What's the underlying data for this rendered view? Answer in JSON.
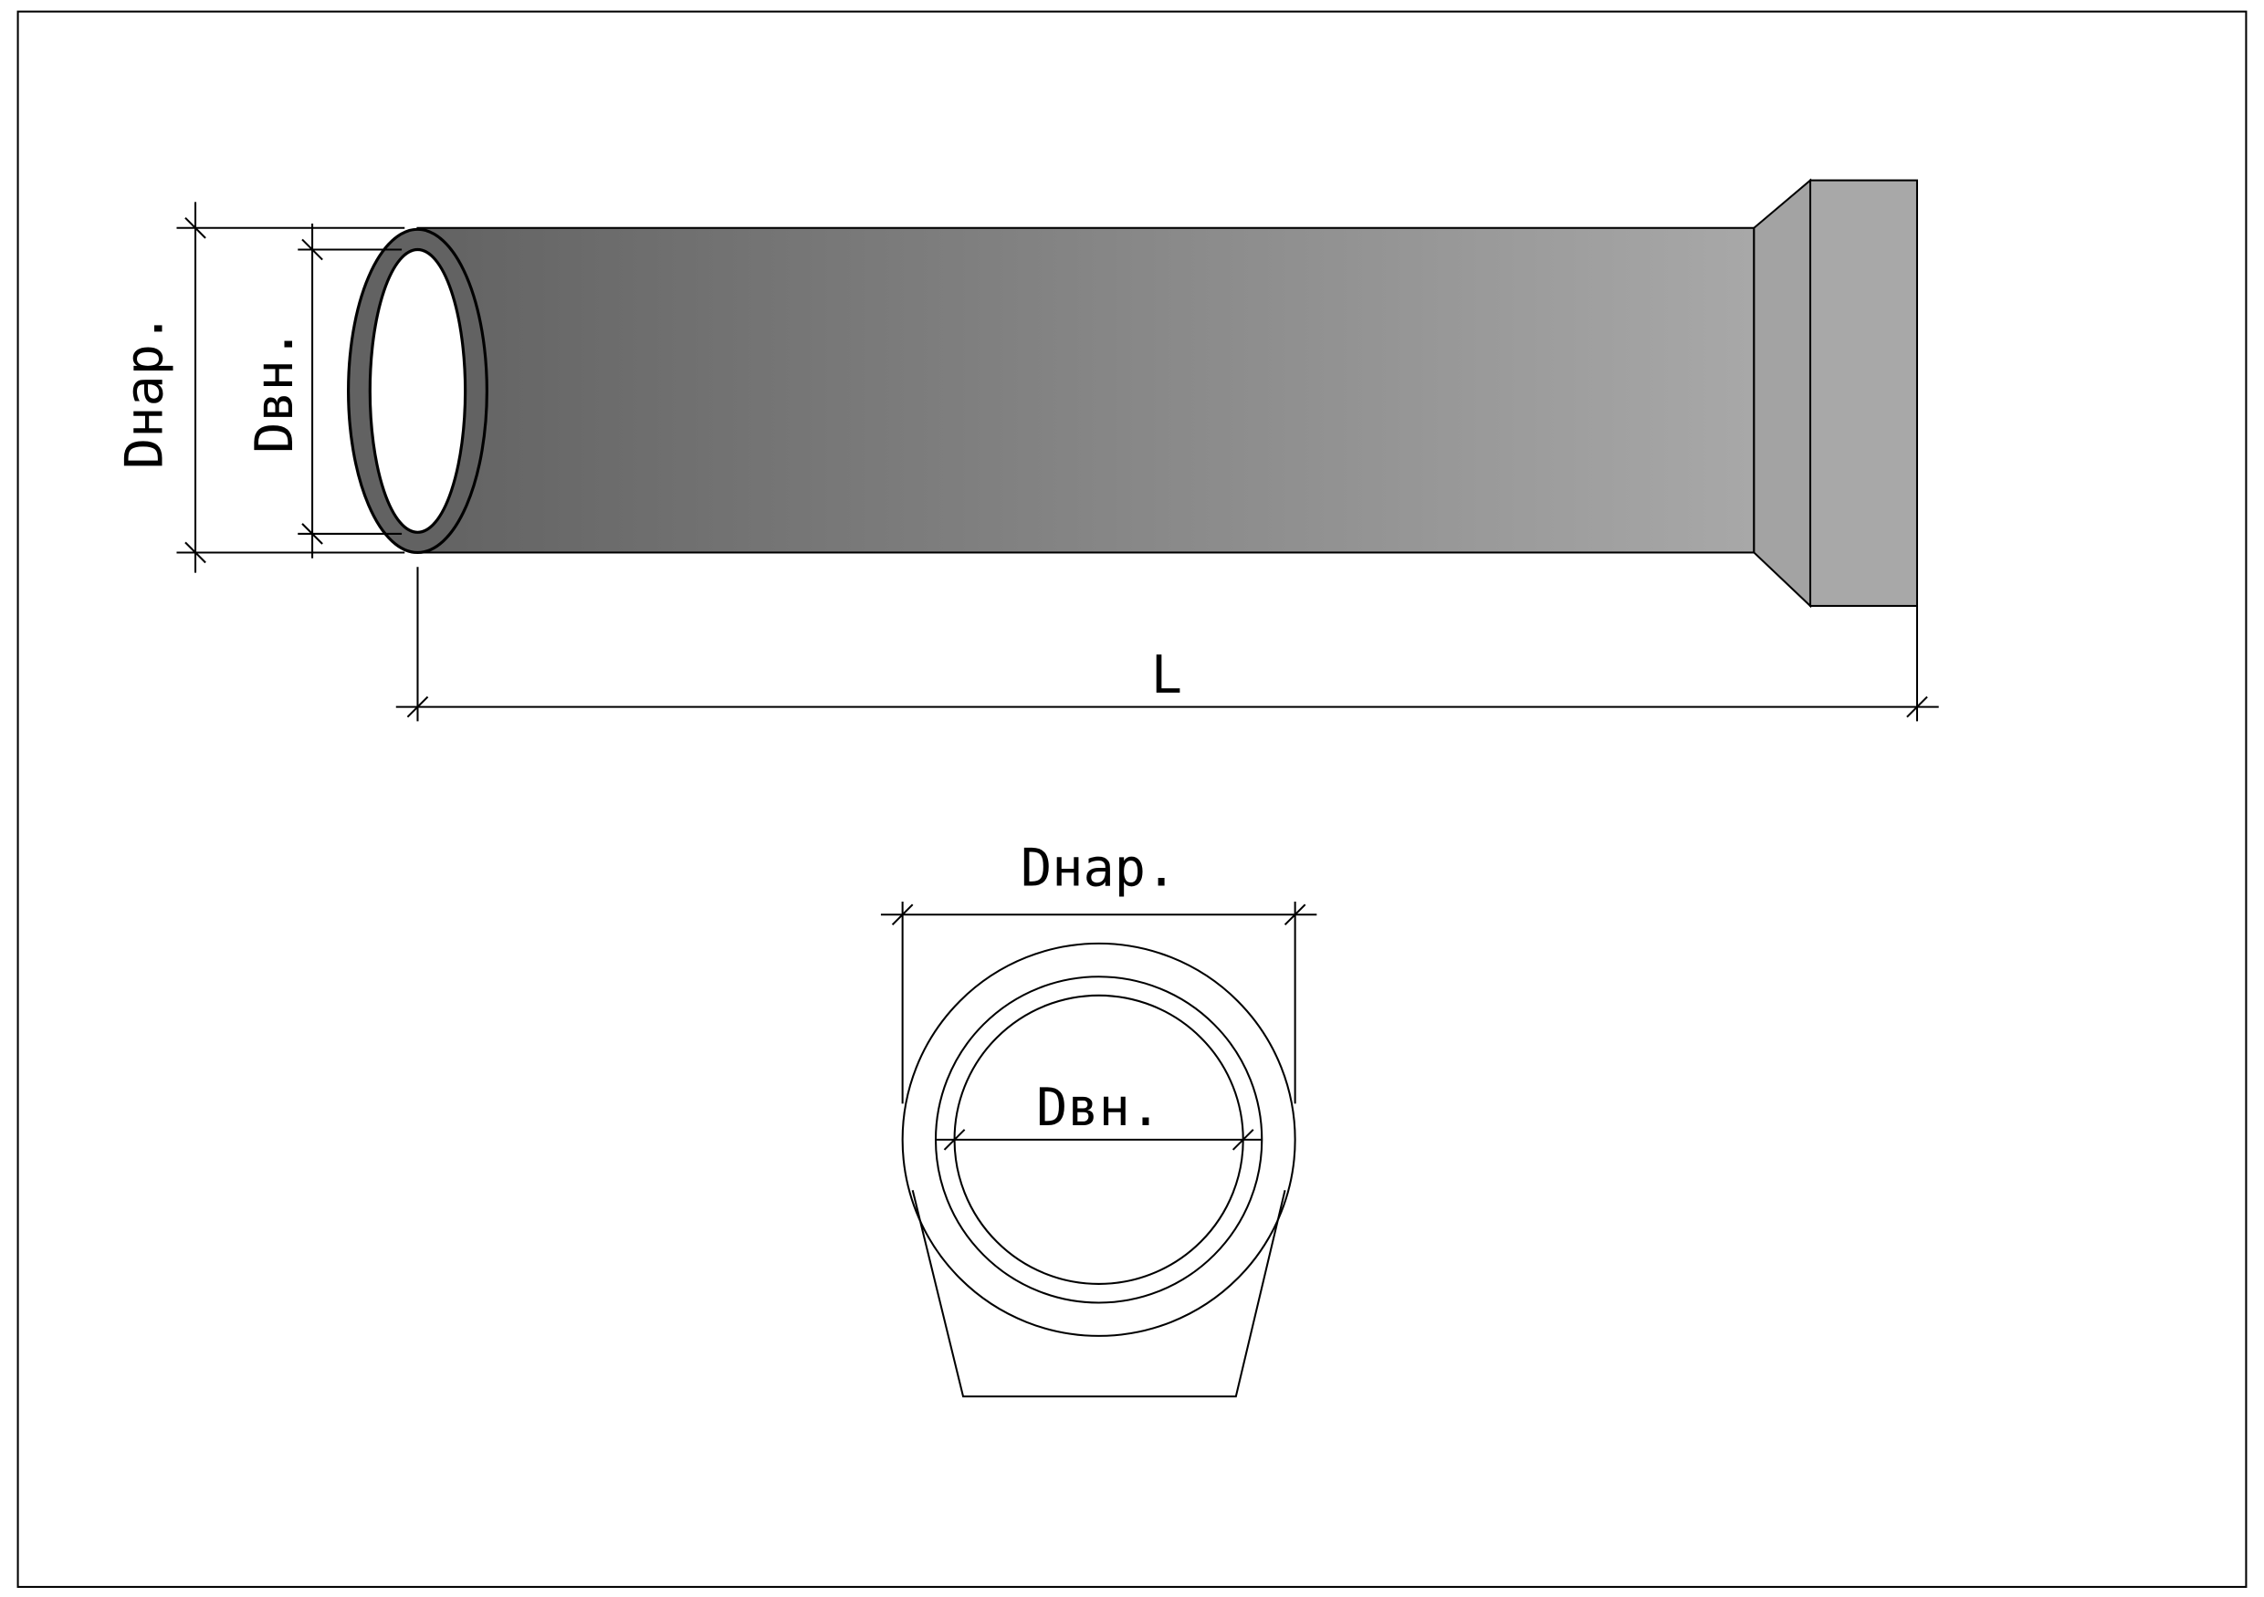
{
  "drawing": {
    "side_view": {
      "outer_diameter_label": "Dнар.",
      "inner_diameter_label": "Dвн.",
      "length_label": "L"
    },
    "front_view": {
      "outer_diameter_label": "Dнар.",
      "inner_diameter_label": "Dвн."
    }
  },
  "colors": {
    "pipe_dark": "#626262",
    "pipe_light": "#a8a8a8",
    "flange": "#a6a6a6",
    "line": "#000000"
  }
}
